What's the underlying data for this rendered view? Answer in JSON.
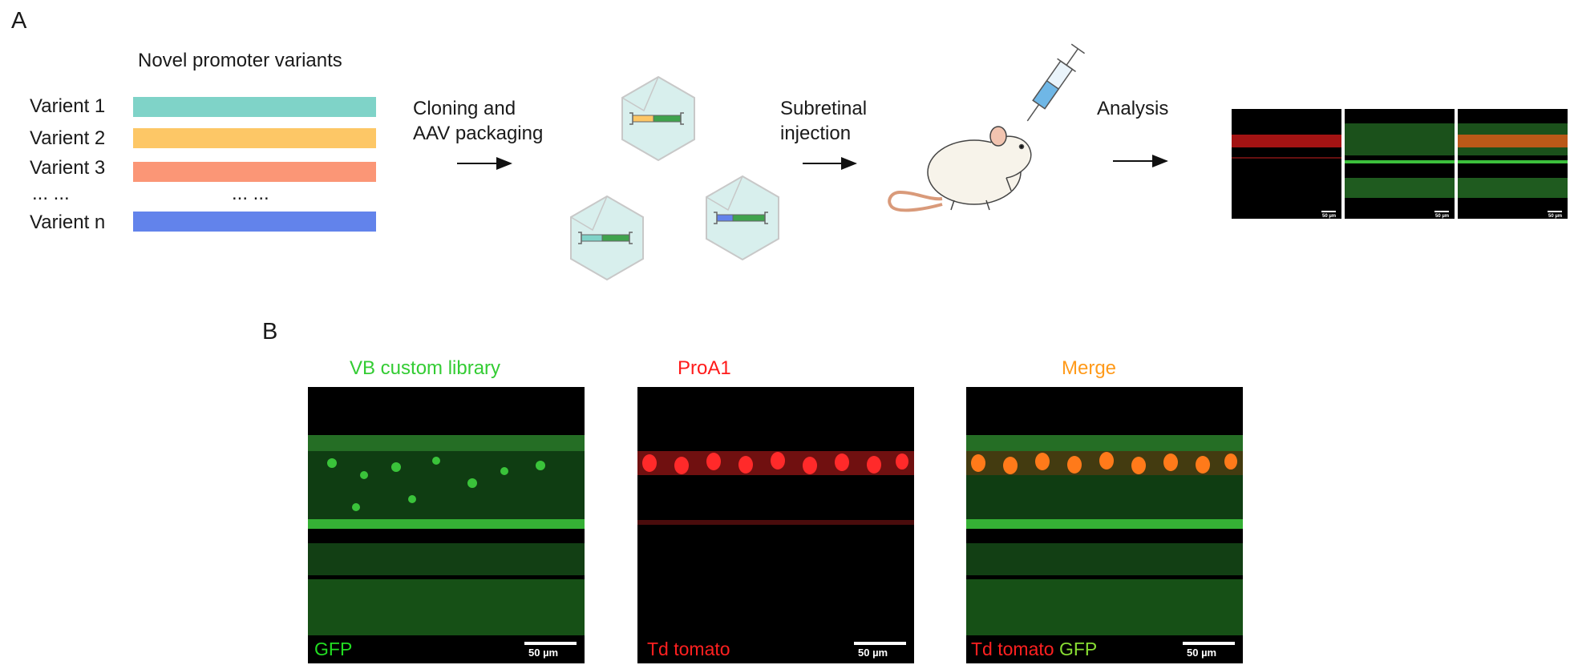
{
  "panel_a": {
    "letter": "A",
    "library_title": "Novel promoter variants",
    "variants": [
      {
        "label": "Varient 1",
        "color": "#7fd3c8"
      },
      {
        "label": "Varient 2",
        "color": "#fdc766"
      },
      {
        "label": "Varient 3",
        "color": "#fb9676"
      },
      {
        "label": "Varient n",
        "color": "#6283eb"
      }
    ],
    "ellipsis_left": "... ...",
    "ellipsis_mid": "... ...",
    "step1_line1": "Cloning and",
    "step1_line2": "AAV packaging",
    "step2_line1": "Subretinal",
    "step2_line2": "injection",
    "step3": "Analysis",
    "thumb_scale": "50 µm"
  },
  "panel_b": {
    "letter": "B",
    "panels": [
      {
        "title": "VB custom library",
        "title_color": "#33cc33",
        "channel_label": "GFP",
        "channel_color": "#22dd22",
        "scale": "50 µm"
      },
      {
        "title": "ProA1",
        "title_color": "#ff1a1a",
        "channel_label": "Td tomato",
        "channel_color": "#ff2020",
        "scale": "50 µm"
      },
      {
        "title": "Merge",
        "title_color": "#ff9a1a",
        "channel_label": "Td tomato",
        "channel_color": "#ff2020",
        "channel_label2": "GFP",
        "channel_color2": "#88dd33",
        "scale": "50 µm"
      }
    ]
  },
  "icons": [
    "aav-capsid-icon",
    "mouse-icon",
    "syringe-icon",
    "arrow-right-icon"
  ]
}
